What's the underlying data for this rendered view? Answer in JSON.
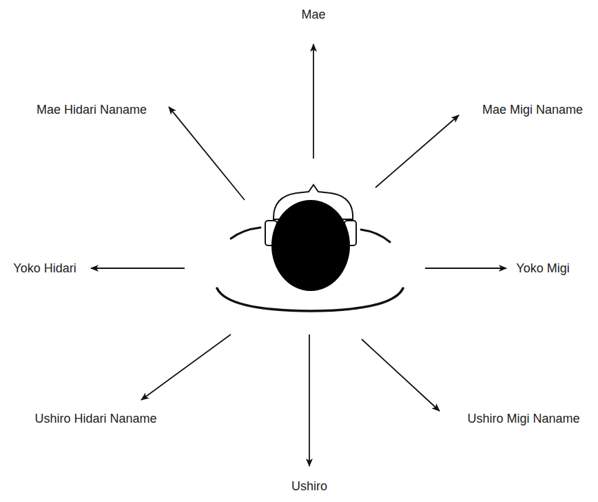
{
  "diagram": {
    "labels": [
      "Mae",
      "Mae Hidari Naname",
      "Mae Migi Naname",
      "Yoko Hidari",
      "Yoko Migi",
      "Ushiro Hidari Naname",
      "Ushiro Migi Naname",
      "Ushiro"
    ]
  }
}
